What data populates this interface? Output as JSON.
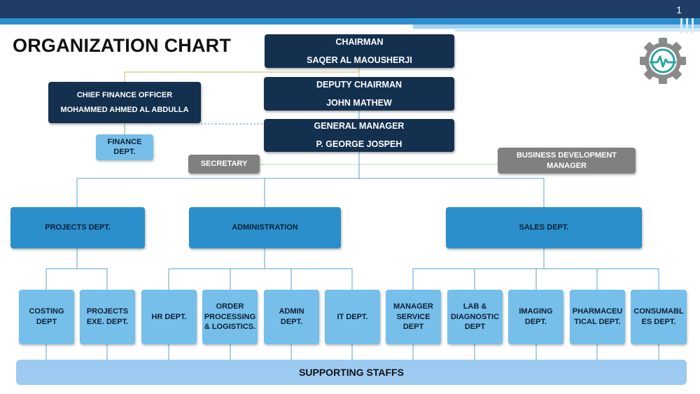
{
  "page_number": "1",
  "title": "ORGANIZATION CHART",
  "logo": {
    "icon": "gear-heartbeat-logo",
    "color": "#2aa6a0"
  },
  "colors": {
    "header": "#1f3d66",
    "accent": "#2e8fd0",
    "executive": "#14304f",
    "department": "#2a8fca",
    "sub_department": "#75bfea"
  },
  "chairman": {
    "role": "CHAIRMAN",
    "name": "SAQER AL MAOUSHERJI"
  },
  "deputy_chairman": {
    "role": "DEPUTY CHAIRMAN",
    "name": "JOHN MATHEW"
  },
  "general_manager": {
    "role": "GENERAL MANAGER",
    "name": "P. GEORGE JOSPEH"
  },
  "cfo": {
    "role": "CHIEF FINANCE OFFICER",
    "name": "MOHAMMED AHMED AL ABDULLA"
  },
  "finance_dept": "FINANCE DEPT.",
  "secretary": "SECRETARY",
  "bd_manager": "BUSINESS DEVELOPMENT MANAGER",
  "departments": {
    "projects": "PROJECTS DEPT.",
    "administration": "ADMINISTRATION",
    "sales": "SALES DEPT."
  },
  "sub_departments": [
    "COSTING DEPT",
    "PROJECTS EXE. DEPT.",
    "HR DEPT.",
    "ORDER PROCESSING & LOGISTICS.",
    "ADMIN DEPT.",
    "IT DEPT.",
    "MANAGER SERVICE DEPT",
    "LAB & DIAGNOSTIC DEPT",
    "IMAGING DEPT.",
    "PHARMACEU TICAL DEPT.",
    "CONSUMABL ES DEPT."
  ],
  "supporting_staffs": "SUPPORTING STAFFS"
}
